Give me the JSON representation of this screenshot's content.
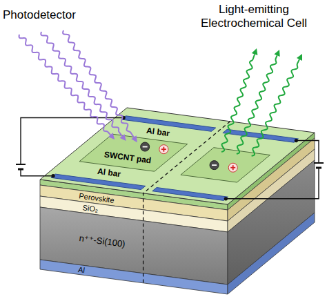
{
  "diagram": {
    "labels": [
      "Photodetector",
      "Light-emitting Electrochemical Cell",
      "Al bar",
      "SWCNT pad",
      "Al bar",
      "Perovskite",
      "SiO₂",
      "n⁺⁺-Si(100)",
      "Al"
    ]
  }
}
